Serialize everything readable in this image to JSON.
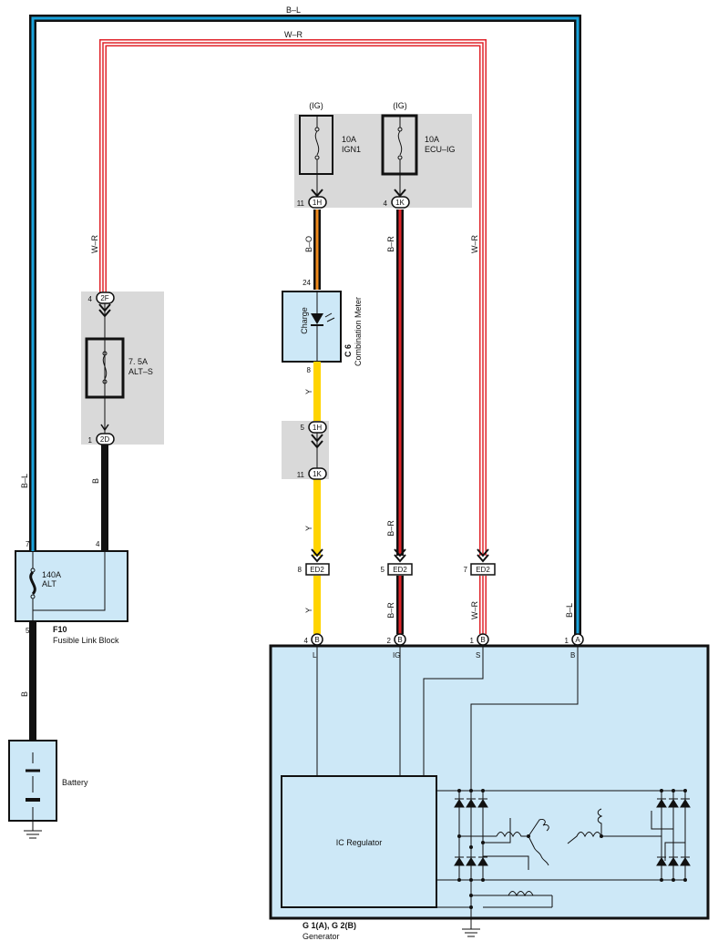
{
  "wires": {
    "top_bl": "B–L",
    "top_wr": "W–R",
    "left_wr": "W–R",
    "left_b": "B",
    "left_bl": "B–L",
    "bat_b": "B",
    "bo": "B–O",
    "y1": "Y",
    "y2": "Y",
    "y3": "Y",
    "br1": "B–R",
    "br2": "B–R",
    "br3": "B–R",
    "wr1": "W–R",
    "wr2": "W–R",
    "bl2": "B–L"
  },
  "fuses": {
    "ign1_src": "(IG)",
    "ign1_rating": "10A",
    "ign1_name": "IGN1",
    "ecu_src": "(IG)",
    "ecu_rating": "10A",
    "ecu_name": "ECU–IG",
    "alts_rating": "7. 5A",
    "alts_name": "ALT–S",
    "alt_rating": "140A",
    "alt_name": "ALT"
  },
  "connectors": {
    "c1h_top": "1H",
    "c1h_top_pin": "11",
    "c1k_top": "1K",
    "c1k_top_pin": "4",
    "c2f": "2F",
    "c2f_pin": "4",
    "c2d": "2D",
    "c2d_pin": "1",
    "c1h_mid": "1H",
    "c1h_mid_pin": "5",
    "c1k_mid": "1K",
    "c1k_mid_pin": "11",
    "ed2_a": "ED2",
    "ed2_a_pin": "8",
    "ed2_b": "ED2",
    "ed2_b_pin": "5",
    "ed2_c": "ED2",
    "ed2_c_pin": "7",
    "gen_l": "B",
    "gen_l_pin": "4",
    "gen_l_name": "L",
    "gen_ig": "B",
    "gen_ig_pin": "2",
    "gen_ig_name": "IG",
    "gen_s": "B",
    "gen_s_pin": "1",
    "gen_s_name": "S",
    "gen_b": "A",
    "gen_b_pin": "1",
    "gen_b_name": "B"
  },
  "meter": {
    "pin_in": "24",
    "pin_out": "8",
    "lamp": "Charge",
    "code": "C 6",
    "name": "Combination Meter"
  },
  "fusible": {
    "pin7": "7",
    "pin4": "4",
    "pin5": "5",
    "code": "F10",
    "name": "Fusible Link Block"
  },
  "battery": {
    "name": "Battery"
  },
  "generator": {
    "regulator": "IC Regulator",
    "code": "G 1(A), G 2(B)",
    "name": "Generator"
  },
  "colors": {
    "component_fill": "#cde8f7",
    "gray_block": "#d9d9d9",
    "black": "#111111",
    "blue": "#1aa3dc",
    "red": "#e0232a",
    "yellow": "#ffd400",
    "orange": "#f08a1c"
  }
}
